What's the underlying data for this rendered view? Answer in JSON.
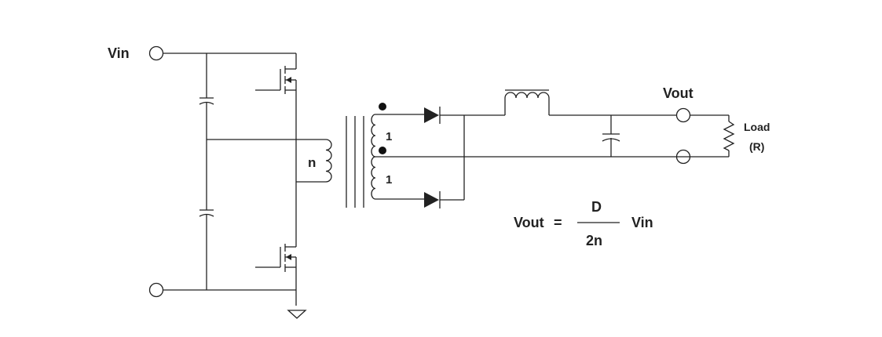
{
  "labels": {
    "vin": "Vin",
    "vout": "Vout",
    "load_line1": "Load",
    "load_line2": "(R)",
    "primary_turns": "n",
    "secondary_turns_top": "1",
    "secondary_turns_bottom": "1"
  },
  "formula": {
    "lhs": "Vout",
    "equals": "=",
    "numerator": "D",
    "denominator": "2n",
    "rhs": "Vin"
  }
}
